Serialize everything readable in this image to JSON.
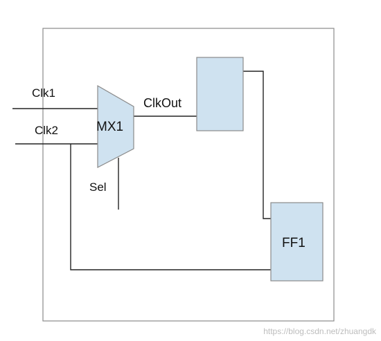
{
  "labels": {
    "clk1": "Clk1",
    "clk2": "Clk2",
    "mux": "MX1",
    "clkout": "ClkOut",
    "sel": "Sel",
    "ff1": "FF1"
  },
  "watermark": "https://blog.csdn.net/zhuangdk",
  "colors": {
    "block_fill": "#cfe2f0",
    "block_stroke": "#8a8a8a",
    "wire": "#222222",
    "border": "#8a8a8a",
    "watermark": "#bdbdbd"
  }
}
